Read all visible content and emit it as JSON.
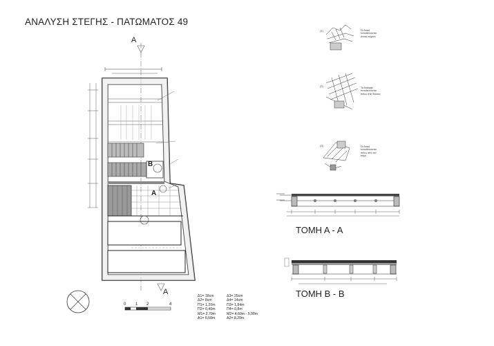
{
  "sheet": {
    "title": "ΑΝΑΛΥΣΗ ΣΤΕΓΗΣ - ΠΑΤΩΜΑΤΟΣ 49"
  },
  "plan": {
    "section_marker_a": "A",
    "section_marker_b": "B"
  },
  "sections": [
    {
      "title": "ΤΟΜΗ Α - Α"
    },
    {
      "title": "ΤΟΜΗ Β - Β"
    }
  ],
  "legend": {
    "left": [
      "Δ1= 18cm",
      "Δ2= 8cm",
      "Π1= 1,20m",
      "Π2= 0,40m",
      "M1= 2,70m",
      "A1= 6,50m"
    ],
    "right": [
      "Δ3= 25cm",
      "Δ4= 14cm",
      "Π3= 1,84m",
      "Π4= 0,8m",
      "M2= 4,60m - 5,90m",
      "A2= 8,20m"
    ]
  },
  "scale_bar": {
    "ticks": [
      "0",
      "1",
      "2",
      "4"
    ]
  },
  "details": [
    {
      "number": "(1)",
      "note": "Οι δοκοί τοποθετούνται στους τοίχους"
    },
    {
      "number": "(2)",
      "note": "Τα δοκάρια τοποθετούνται πάνω στις δοκούς"
    },
    {
      "number": "(3)",
      "note": "Οι δοκοί τοποθετούνται πάνω από τον τοίχο"
    }
  ]
}
